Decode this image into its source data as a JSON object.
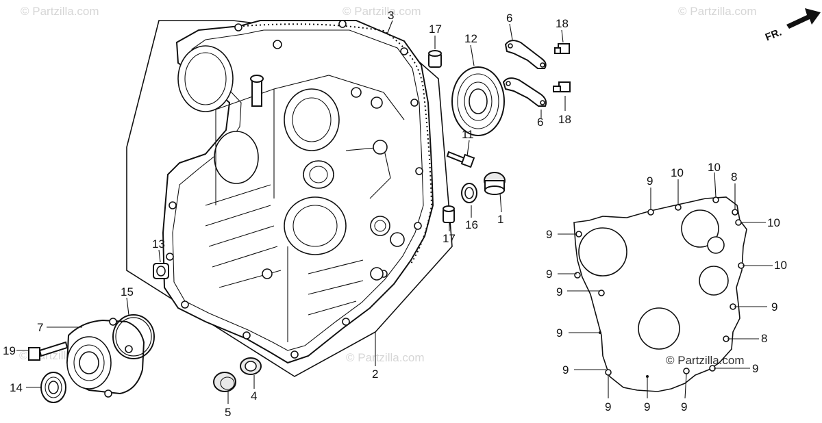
{
  "watermarks": [
    "© Partzilla.com",
    "© Partzilla.com",
    "© Partzilla.com",
    "© Partzilla.com",
    "© Partzilla.com",
    "© Partzilla.com"
  ],
  "front_indicator": "FR.",
  "callouts": {
    "c1": "1",
    "c2": "2",
    "c3": "3",
    "c4": "4",
    "c5": "5",
    "c6a": "6",
    "c6b": "6",
    "c7": "7",
    "c11": "11",
    "c12": "12",
    "c13": "13",
    "c14": "14",
    "c15": "15",
    "c16": "16",
    "c17a": "17",
    "c17b": "17",
    "c18a": "18",
    "c18b": "18",
    "c19": "19",
    "g9a": "9",
    "g9b": "9",
    "g9c": "9",
    "g9d": "9",
    "g9e": "9",
    "g9f": "9",
    "g9g": "9",
    "g9h": "9",
    "g9i": "9",
    "g9j": "9",
    "g9k": "9",
    "g10a": "10",
    "g10b": "10",
    "g10c": "10",
    "g10d": "10",
    "g8a": "8",
    "g8b": "8"
  },
  "icons": {
    "front_arrow": "arrow-right-icon"
  }
}
